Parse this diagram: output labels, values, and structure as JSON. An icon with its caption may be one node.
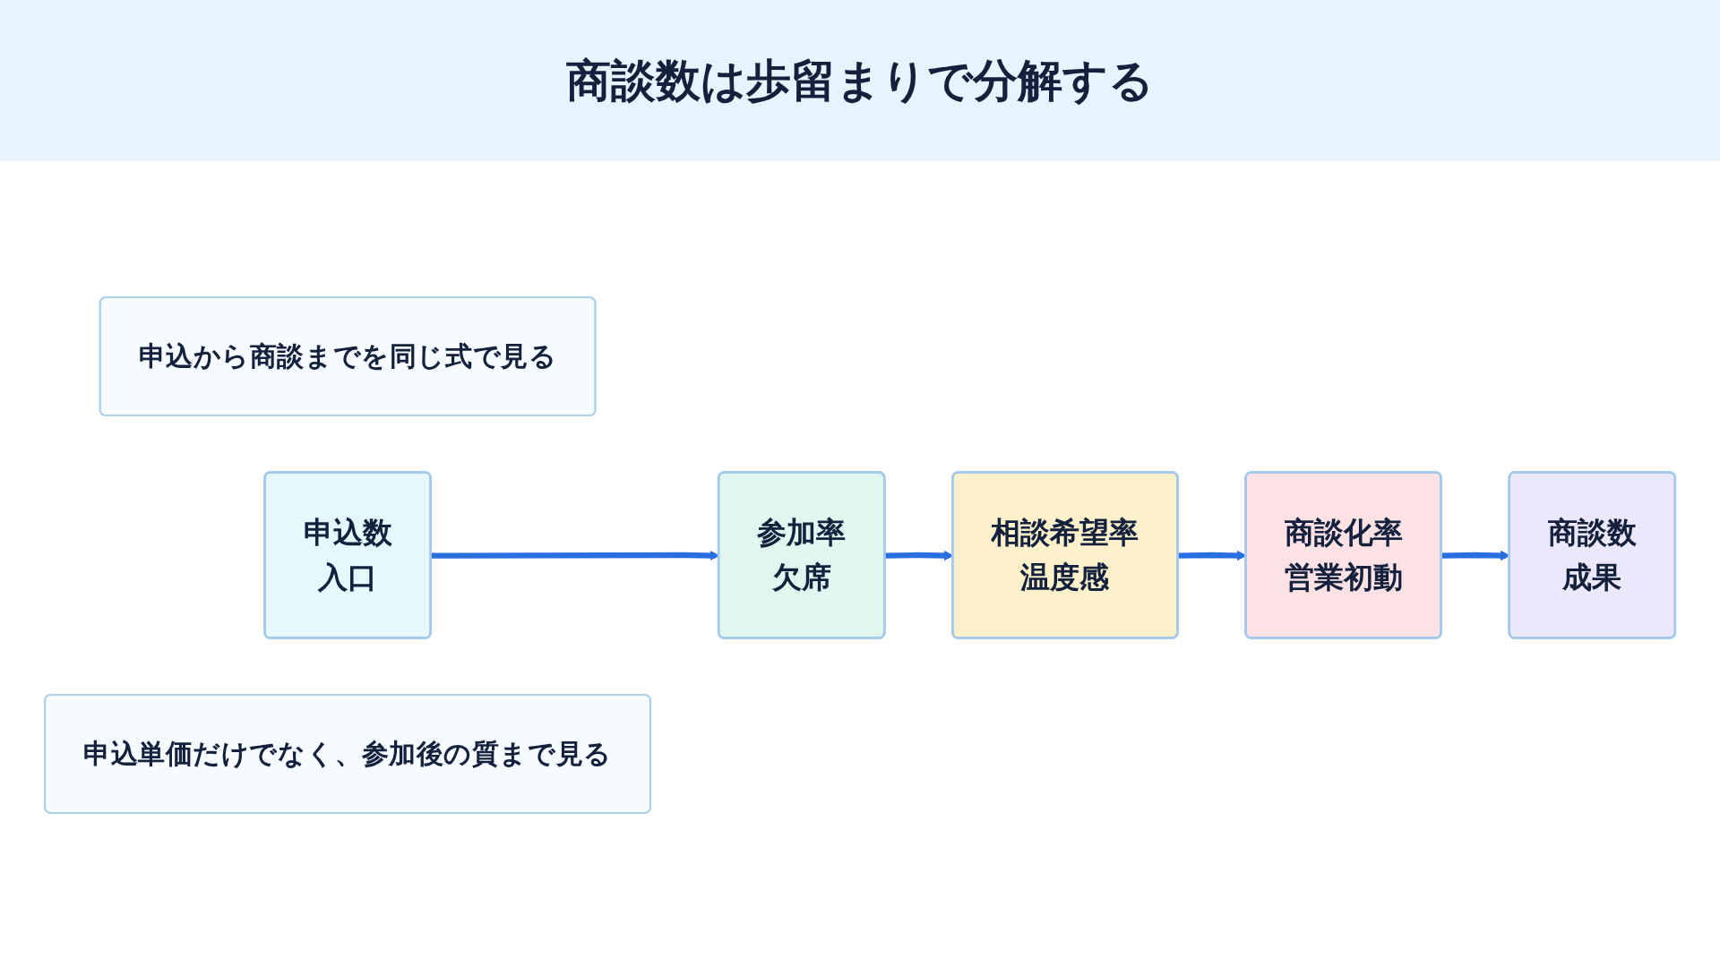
{
  "diagram": {
    "title": "商談数は歩留まりで分解する",
    "nodes": [
      {
        "text": [
          "申込から商談までを同じ式で見る"
        ]
      },
      {
        "text": [
          "申込数",
          "入口"
        ]
      },
      {
        "text": [
          "参加率",
          "欠席"
        ]
      },
      {
        "text": [
          "相談希望率",
          "温度感"
        ]
      },
      {
        "text": [
          "商談化率",
          "営業初動"
        ]
      },
      {
        "text": [
          "商談数",
          "成果"
        ]
      },
      {
        "text": [
          "申込単価だけでなく、参加後の質まで見る"
        ]
      }
    ],
    "edges": [
      {
        "from": 1,
        "to": 2,
        "arrow": "to"
      },
      {
        "from": 2,
        "to": 3,
        "arrow": "to"
      },
      {
        "from": 3,
        "to": 4,
        "arrow": "to"
      },
      {
        "from": 4,
        "to": 5,
        "arrow": "to"
      }
    ]
  }
}
